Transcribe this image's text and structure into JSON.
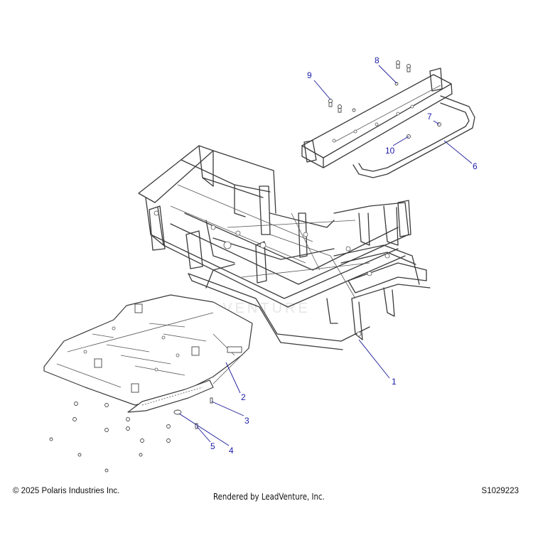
{
  "callouts": [
    {
      "id": "1",
      "label": "1"
    },
    {
      "id": "2",
      "label": "2"
    },
    {
      "id": "3",
      "label": "3"
    },
    {
      "id": "4",
      "label": "4"
    },
    {
      "id": "5",
      "label": "5"
    },
    {
      "id": "6",
      "label": "6"
    },
    {
      "id": "7",
      "label": "7"
    },
    {
      "id": "8",
      "label": "8"
    },
    {
      "id": "9",
      "label": "9"
    },
    {
      "id": "10",
      "label": "10"
    }
  ],
  "footer": {
    "copyright": "© 2025 Polaris Industries Inc.",
    "rendered_by": "Rendered by LeadVenture, Inc.",
    "drawing_id": "S1029223"
  },
  "watermark": "LEADVENTURE",
  "colors": {
    "callout": "#1a1aa8",
    "line": "#3a3a3a"
  }
}
